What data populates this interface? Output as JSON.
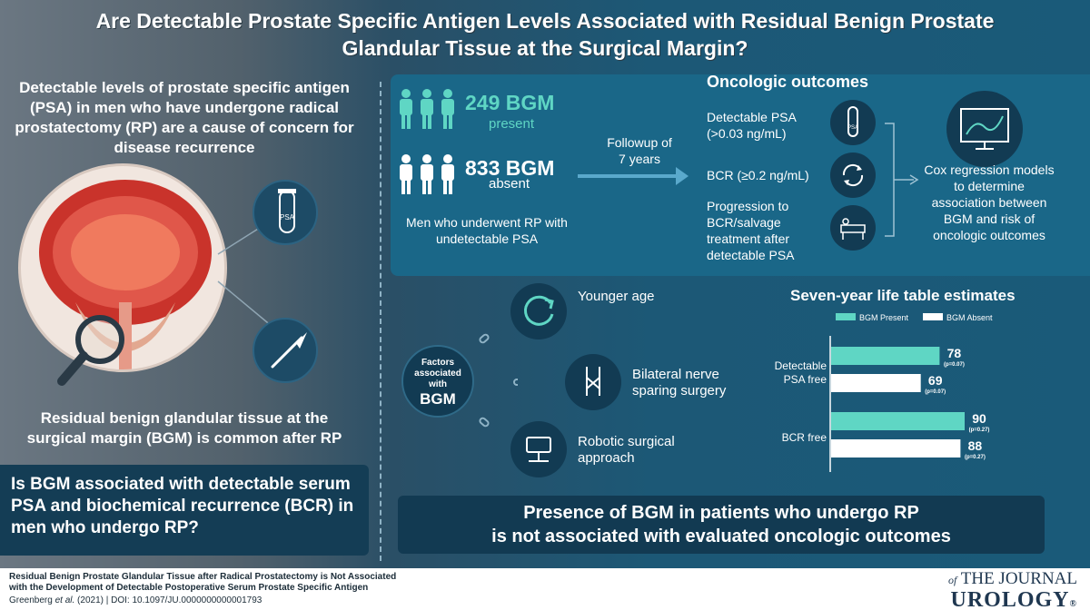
{
  "title": {
    "line1": "Are Detectable Prostate Specific Antigen Levels Associated with Residual Benign Prostate",
    "line2": "Glandular Tissue at the Surgical Margin?"
  },
  "left": {
    "intro": "Detectable levels of prostate specific antigen (PSA) in men who have undergone radical prostatectomy (RP) are a cause of concern for disease recurrence",
    "bottom_text": "Residual benign glandular tissue at the surgical margin (BGM) is common after RP",
    "question": "Is BGM associated with detectable serum PSA and biochemical recurrence (BCR) in men who undergo RP?",
    "tube_label": "PSA"
  },
  "study": {
    "present_count": "249 BGM",
    "present_label": "present",
    "absent_count": "833 BGM",
    "absent_label": "absent",
    "cohort": "Men who underwent RP with undetectable PSA",
    "followup": "Followup of 7 years",
    "outcomes_title": "Oncologic outcomes",
    "outcome1": "Detectable PSA (>0.03 ng/mL)",
    "outcome2": "BCR (≥0.2 ng/mL)",
    "outcome3": "Progression to BCR/salvage treatment after detectable PSA",
    "cox": "Cox regression models to determine association between BGM and risk of oncologic outcomes",
    "tube_label": "PSA"
  },
  "factors": {
    "center_label_small": "Factors associated with",
    "center_label_big": "BGM",
    "items": [
      "Younger age",
      "Bilateral nerve sparing surgery",
      "Robotic surgical approach"
    ]
  },
  "chart_data": {
    "type": "bar",
    "orientation": "horizontal",
    "title": "Seven-year life table estimates",
    "categories": [
      "Detectable PSA free",
      "BCR free"
    ],
    "series": [
      {
        "name": "BGM Present",
        "color": "#5fd6c4",
        "values": [
          78,
          90
        ],
        "p_values": [
          "(p=0.07)",
          "(p=0.27)"
        ]
      },
      {
        "name": "BGM Absent",
        "color": "#ffffff",
        "values": [
          69,
          88
        ],
        "p_values": [
          "(p=0.07)",
          "(p=0.27)"
        ]
      }
    ],
    "legend_position": "top",
    "grid": false
  },
  "conclusion": {
    "line1": "Presence of BGM in patients who undergo RP",
    "line2": "is not associated with evaluated oncologic outcomes"
  },
  "footer": {
    "article_title_1": "Residual Benign Prostate Glandular Tissue after Radical Prostatectomy is Not Associated",
    "article_title_2": "with the Development of Detectable Postoperative Serum Prostate Specific Antigen",
    "citation_authors": "Greenberg ",
    "citation_etal": "et al.",
    "citation_rest": " (2021) | DOI: 10.1097/JU.0000000000001793",
    "journal_of": "of",
    "journal_the": "THE JOURNAL",
    "journal_name": "UROLOGY",
    "journal_reg": "®"
  },
  "colors": {
    "teal": "#5fd6c4",
    "panel": "#1a6788",
    "dark": "#123a52"
  }
}
